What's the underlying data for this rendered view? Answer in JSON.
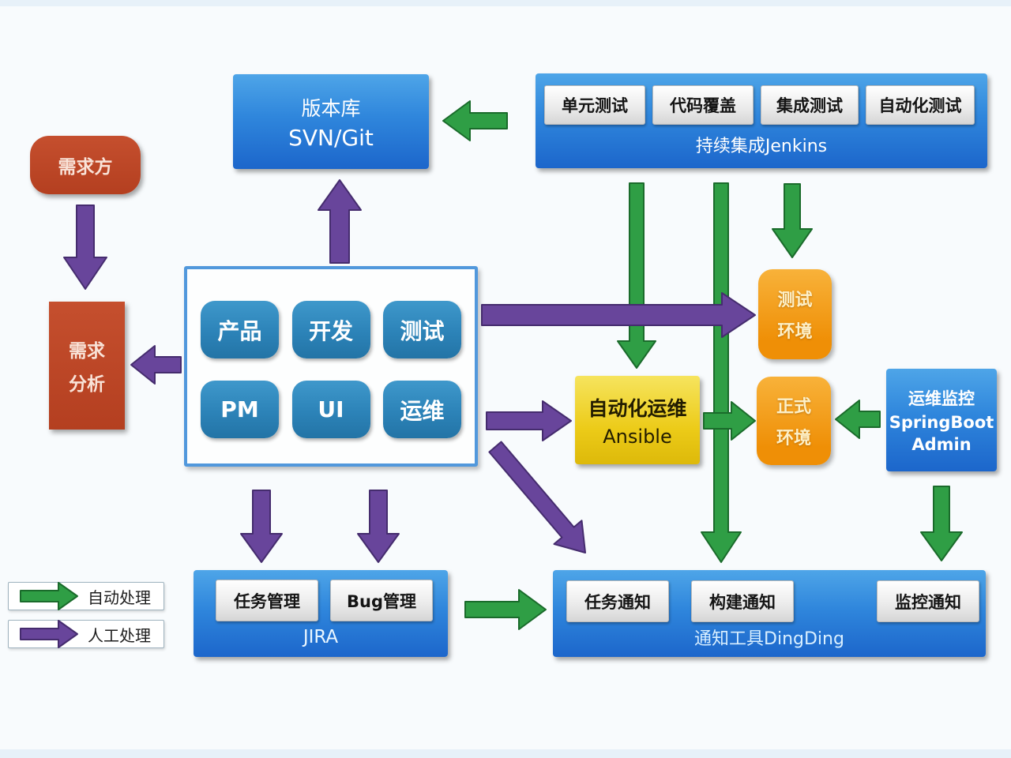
{
  "colors": {
    "auto_arrow": "#2f9e45",
    "auto_arrow_edge": "#1a6b2b",
    "manual_arrow": "#68459b",
    "manual_arrow_edge": "#452c6e",
    "blue_box": "#2f86dc",
    "red_box": "#bf4527",
    "orange_box": "#f29111",
    "yellow_box": "#eccb18"
  },
  "nodes": {
    "repo": {
      "line1": "版本库",
      "line2": "SVN/Git"
    },
    "jenkins": {
      "label": "持续集成Jenkins",
      "items": [
        "单元测试",
        "代码覆盖",
        "集成测试",
        "自动化测试"
      ]
    },
    "requester": {
      "label": "需求方"
    },
    "analysis": {
      "line1": "需求",
      "line2": "分析"
    },
    "team": {
      "items": [
        "产品",
        "开发",
        "测试",
        "PM",
        "UI",
        "运维"
      ]
    },
    "ansible": {
      "line1": "自动化运维",
      "line2": "Ansible"
    },
    "test_env": {
      "line1": "测试",
      "line2": "环境"
    },
    "prod_env": {
      "line1": "正式",
      "line2": "环境"
    },
    "monitor": {
      "line1": "运维监控",
      "line2": "SpringBoot",
      "line3": "Admin"
    },
    "jira": {
      "label": "JIRA",
      "items": [
        "任务管理",
        "Bug管理"
      ]
    },
    "dingding": {
      "label": "通知工具DingDing",
      "items": [
        "任务通知",
        "构建通知",
        "监控通知"
      ]
    },
    "legend": {
      "auto": "自动处理",
      "manual": "人工处理"
    }
  }
}
